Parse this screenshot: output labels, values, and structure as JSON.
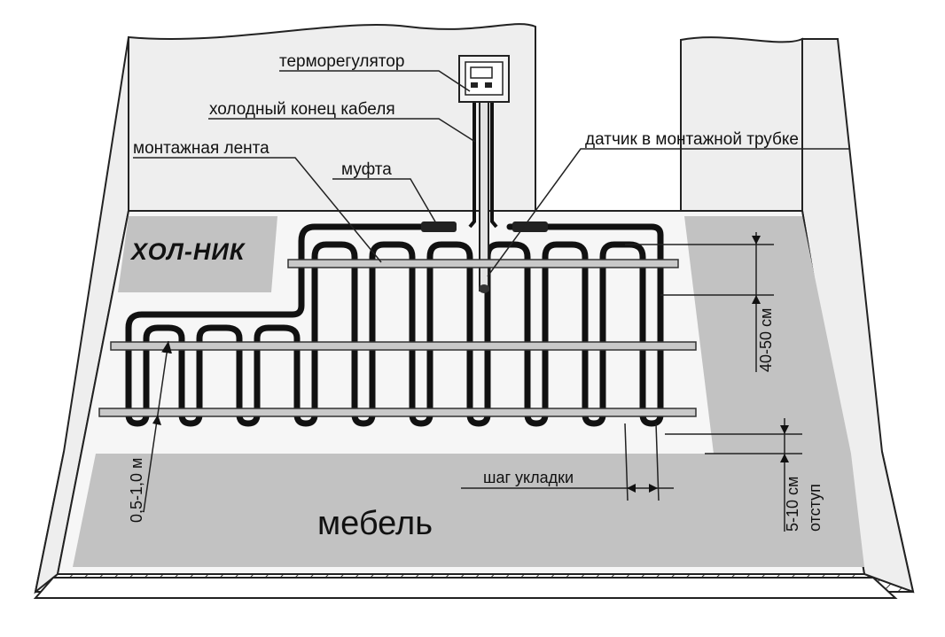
{
  "labels": {
    "thermostat": "терморегулятор",
    "cold_end": "холодный конец кабеля",
    "sensor": "датчик в монтажной трубке",
    "mounting_tape": "монтажная лента",
    "coupling": "муфта",
    "fridge": "ХОЛ-НИК",
    "furniture": "мебель",
    "laying_step": "шаг укладки",
    "wall_distance": "0,5-1,0 м",
    "tape_spacing": "40-50 см",
    "indent_size": "5-10 см",
    "indent": "отступ"
  },
  "colors": {
    "cable": "#111111",
    "zone_fill": "#c2c2c2",
    "tape": "#c9c9c9",
    "wall": "#eeeeee",
    "floor": "#f6f6f6",
    "line": "#222222"
  }
}
